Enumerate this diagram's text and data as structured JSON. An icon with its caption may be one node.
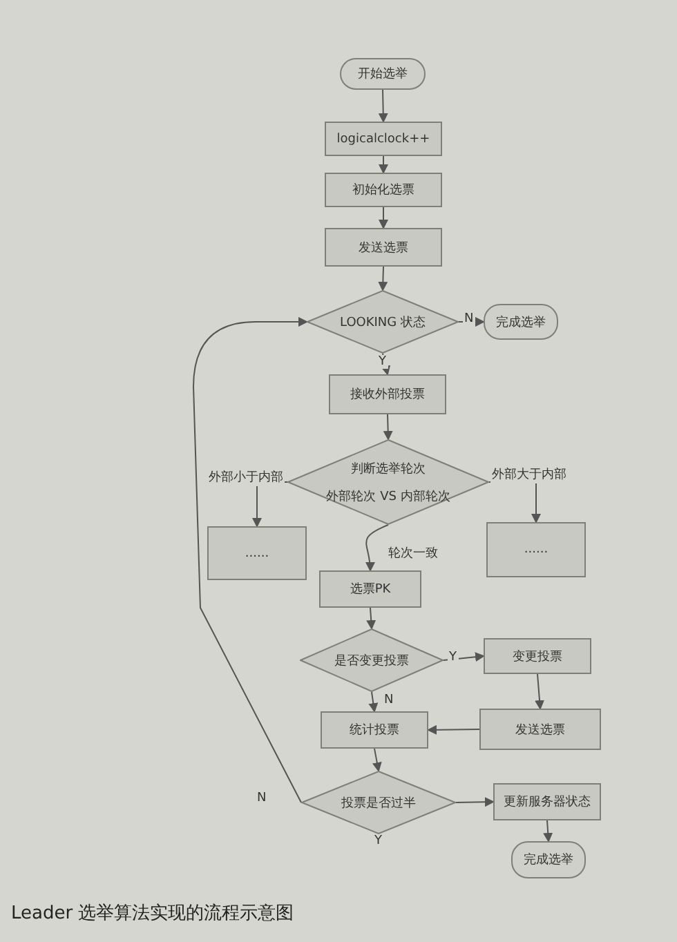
{
  "diagram": {
    "caption": "Leader 选举算法实现的流程示意图",
    "nodes": [
      {
        "text": [
          "开始选举"
        ]
      },
      {
        "text": [
          "logicalclock++"
        ]
      },
      {
        "text": [
          "初始化选票"
        ]
      },
      {
        "text": [
          "发送选票"
        ]
      },
      {
        "text": [
          "LOOKING 状态"
        ]
      },
      {
        "text": [
          "完成选举"
        ]
      },
      {
        "text": [
          "接收外部投票"
        ]
      },
      {
        "text": [
          "判断选举轮次",
          "外部轮次 VS 内部轮次"
        ]
      },
      {
        "text": [
          "......"
        ]
      },
      {
        "text": [
          "......"
        ]
      },
      {
        "text": [
          "选票PK"
        ]
      },
      {
        "text": [
          "是否变更投票"
        ]
      },
      {
        "text": [
          "变更投票"
        ]
      },
      {
        "text": [
          "统计投票"
        ]
      },
      {
        "text": [
          "发送选票"
        ]
      },
      {
        "text": [
          "投票是否过半"
        ]
      },
      {
        "text": [
          "更新服务器状态"
        ]
      },
      {
        "text": [
          "完成选举"
        ]
      }
    ],
    "edges": [
      {
        "from": 0,
        "to": 1,
        "arrow": "to"
      },
      {
        "from": 1,
        "to": 2,
        "arrow": "to"
      },
      {
        "from": 2,
        "to": 3,
        "arrow": "to"
      },
      {
        "from": 3,
        "to": 4,
        "arrow": "to"
      },
      {
        "from": 4,
        "to": 5,
        "arrow": "to",
        "label": "N"
      },
      {
        "from": 4,
        "to": 6,
        "arrow": "to",
        "label": "Y"
      },
      {
        "from": 6,
        "to": 7,
        "arrow": "to"
      },
      {
        "from": 7,
        "to": 8,
        "arrow": "to",
        "label": "外部小于内部"
      },
      {
        "from": 7,
        "to": 9,
        "arrow": "to",
        "label": "外部大于内部"
      },
      {
        "from": 7,
        "to": 10,
        "arrow": "to",
        "label": "轮次一致"
      },
      {
        "from": 10,
        "to": 11,
        "arrow": "to"
      },
      {
        "from": 11,
        "to": 12,
        "arrow": "to",
        "label": "Y"
      },
      {
        "from": 11,
        "to": 13,
        "arrow": "to",
        "label": "N"
      },
      {
        "from": 12,
        "to": 14,
        "arrow": "to"
      },
      {
        "from": 14,
        "to": 13,
        "arrow": "to"
      },
      {
        "from": 13,
        "to": 15,
        "arrow": "to"
      },
      {
        "from": 15,
        "to": 16,
        "arrow": "to"
      },
      {
        "from": 15,
        "to": 4,
        "arrow": "to",
        "label": "N"
      },
      {
        "from": 16,
        "to": 17,
        "arrow": "to"
      }
    ],
    "labels": [
      "Y"
    ]
  }
}
